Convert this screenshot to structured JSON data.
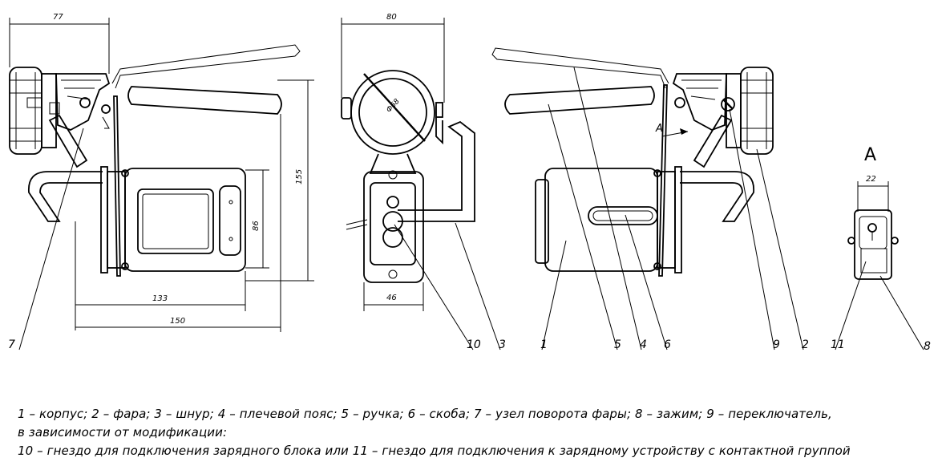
{
  "dimensions": {
    "d77": "77",
    "d80": "80",
    "d155": "155",
    "d86": "86",
    "d133": "133",
    "d150": "150",
    "d46": "46",
    "d22": "22",
    "phi68": "Ф68"
  },
  "view_letter": "A",
  "view_arrow_label": "A",
  "callouts": {
    "c1": "1",
    "c2": "2",
    "c3": "3",
    "c4": "4",
    "c5": "5",
    "c6": "6",
    "c7": "7",
    "c8": "8",
    "c9": "9",
    "c10": "10",
    "c11": "11"
  },
  "legend": {
    "line1": "1 – корпус; 2 – фара; 3 – шнур; 4 – плечевой пояс; 5 – ручка; 6 – скоба; 7 – узел поворота фары; 8 – зажим;   9 – переключатель,",
    "line2": "в зависимости от модификации:",
    "line3": "10 – гнездо для подключения зарядного блока или 11 – гнездо для подключения к зарядному устройству с контактной группой"
  }
}
